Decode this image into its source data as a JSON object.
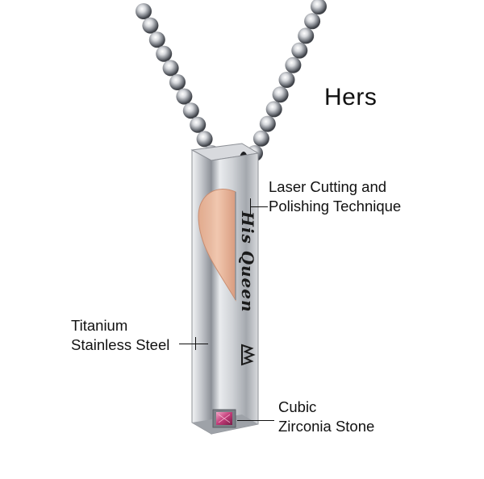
{
  "title": "Hers",
  "engraving": "His Queen",
  "callouts": {
    "laser": {
      "line1": "Laser Cutting and",
      "line2": "Polishing Technique"
    },
    "steel": {
      "line1": "Titanium",
      "line2": "Stainless Steel"
    },
    "stone": {
      "line1": "Cubic",
      "line2": "Zirconia Stone"
    }
  },
  "colors": {
    "steel": "#c9cbcf",
    "rose_gold": "#e9b89b",
    "stone": "#d2568d",
    "engraving": "#1a1a1a"
  }
}
